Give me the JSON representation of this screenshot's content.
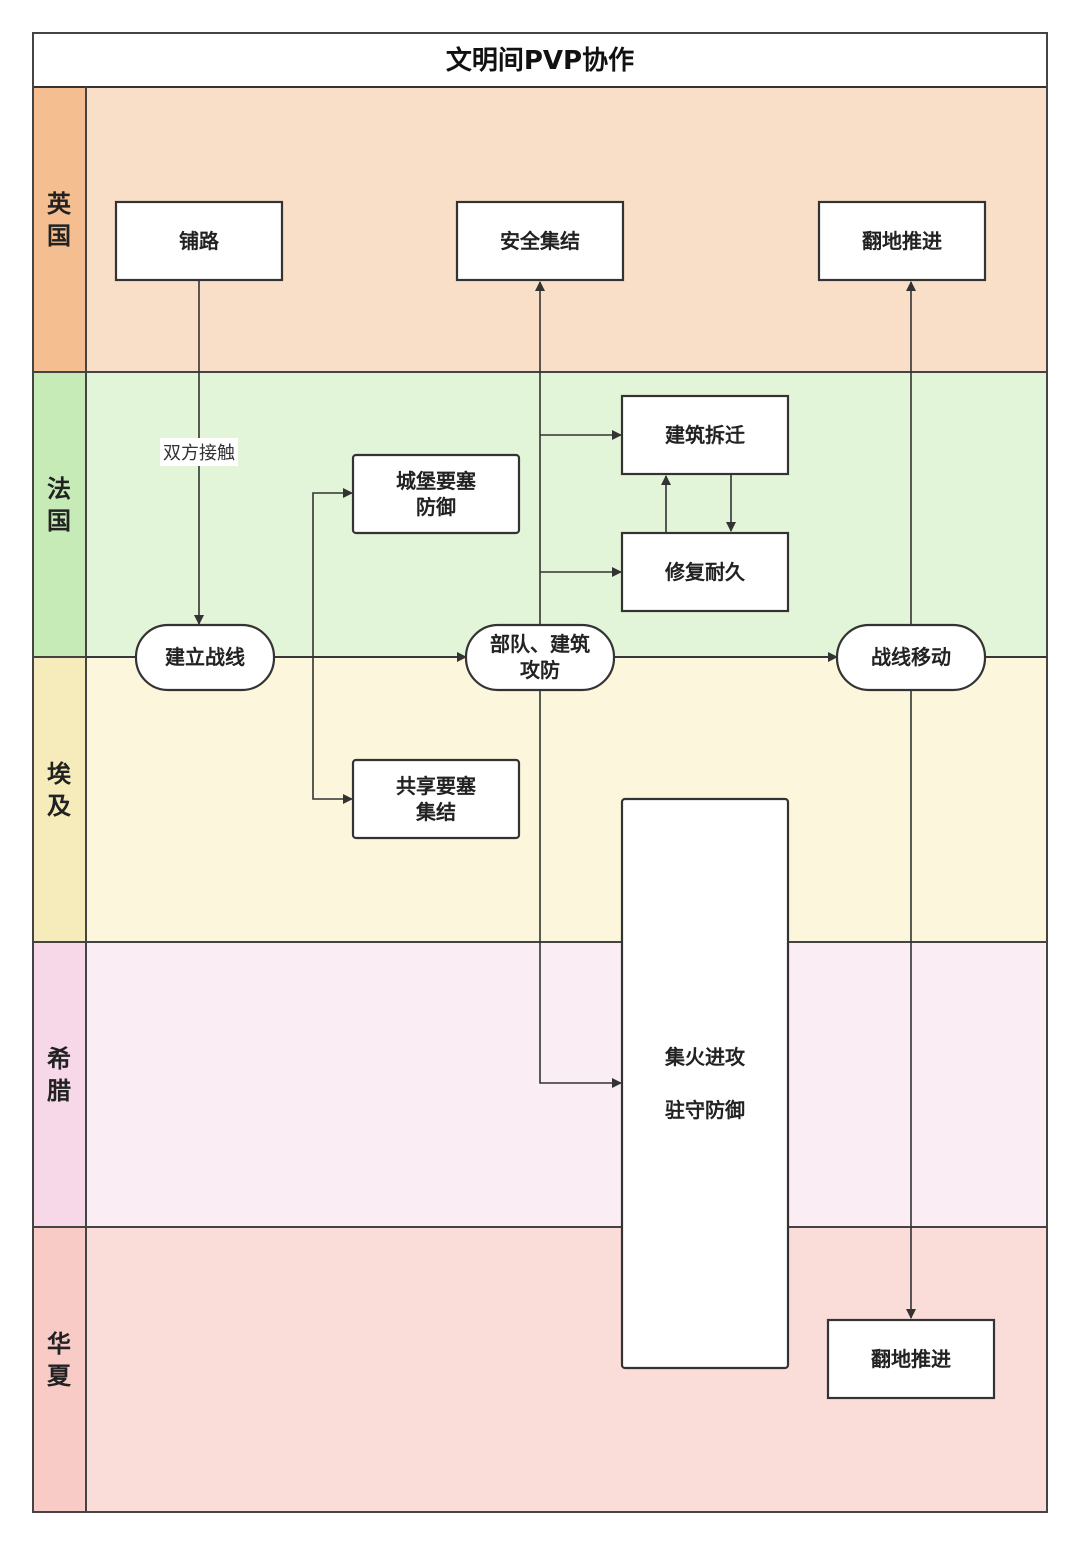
{
  "title": "文明间PVP协作",
  "colors": {
    "border": "#333333",
    "arrow": "#333333",
    "node_fill": "#ffffff"
  },
  "lanes": [
    {
      "name": "英国",
      "color": "#f9dfc7",
      "label_color": "#f4be90"
    },
    {
      "name": "法国",
      "color": "#e3f5d9",
      "label_color": "#c7ebb6"
    },
    {
      "name": "埃及",
      "color": "#fbf6dc",
      "label_color": "#f6ecbb"
    },
    {
      "name": "希腊",
      "color": "#fbedf4",
      "label_color": "#f6d8e8"
    },
    {
      "name": "华夏",
      "color": "#fadcd8",
      "label_color": "#f8cbc6"
    }
  ],
  "nodes": {
    "road": "铺路",
    "safe_gather": "安全集结",
    "push_top": "翻地推进",
    "demolish": "建筑拆迁",
    "castle_defense": [
      "城堡要塞",
      "防御"
    ],
    "repair": "修复耐久",
    "build_line": "建立战线",
    "troop_attack": [
      "部队、建筑",
      "攻防"
    ],
    "line_move": "战线移动",
    "shared_gather": [
      "共享要塞",
      "集结"
    ],
    "focus_attack": "集火进攻",
    "garrison_defense": "驻守防御",
    "push_bottom": "翻地推进"
  },
  "edge_labels": {
    "contact": "双方接触"
  }
}
